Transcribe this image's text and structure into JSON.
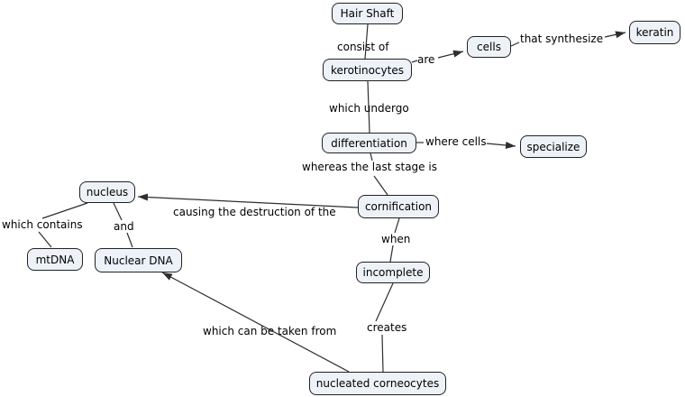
{
  "diagram": {
    "type": "concept-map",
    "topic": "Hair Shaft"
  },
  "colors": {
    "background": "#ffffff",
    "node_fill": "#edf2f8",
    "node_border": "#222222",
    "line": "#2e2e2e",
    "text": "#000000"
  },
  "nodes": {
    "hair_shaft": {
      "label": "Hair Shaft"
    },
    "kerotinocytes": {
      "label": "kerotinocytes"
    },
    "cells": {
      "label": "cells"
    },
    "keratin": {
      "label": "keratin"
    },
    "differentiation": {
      "label": "differentiation"
    },
    "specialize": {
      "label": "specialize"
    },
    "cornification": {
      "label": "cornification"
    },
    "nucleus": {
      "label": "nucleus"
    },
    "mtdna": {
      "label": "mtDNA"
    },
    "nuclear_dna": {
      "label": "Nuclear DNA"
    },
    "incomplete": {
      "label": "incomplete"
    },
    "nucleated_corneocytes": {
      "label": "nucleated corneocytes"
    }
  },
  "links": {
    "consist_of": {
      "label": "consist of",
      "from": "Hair Shaft",
      "to": "kerotinocytes"
    },
    "are": {
      "label": "are",
      "from": "kerotinocytes",
      "to": "cells"
    },
    "that_synthesize": {
      "label": "that synthesize",
      "from": "cells",
      "to": "keratin"
    },
    "which_undergo": {
      "label": "which undergo",
      "from": "kerotinocytes",
      "to": "differentiation"
    },
    "where_cells": {
      "label": "where cells",
      "from": "differentiation",
      "to": "specialize"
    },
    "whereas_the_last_stage_is": {
      "label": "whereas the last stage is",
      "from": "differentiation",
      "to": "cornification"
    },
    "causing_the_destruction_of_the": {
      "label": "causing the destruction of the",
      "from": "cornification",
      "to": "nucleus"
    },
    "which_contains": {
      "label": "which contains",
      "from": "nucleus",
      "to": "mtDNA"
    },
    "and": {
      "label": "and",
      "from": "nucleus",
      "to": "Nuclear DNA"
    },
    "when": {
      "label": "when",
      "from": "cornification",
      "to": "incomplete"
    },
    "creates": {
      "label": "creates",
      "from": "incomplete",
      "to": "nucleated corneocytes"
    },
    "which_can_be_taken_from": {
      "label": "which can be taken from",
      "from": "nucleated corneocytes",
      "to": "Nuclear DNA"
    }
  }
}
